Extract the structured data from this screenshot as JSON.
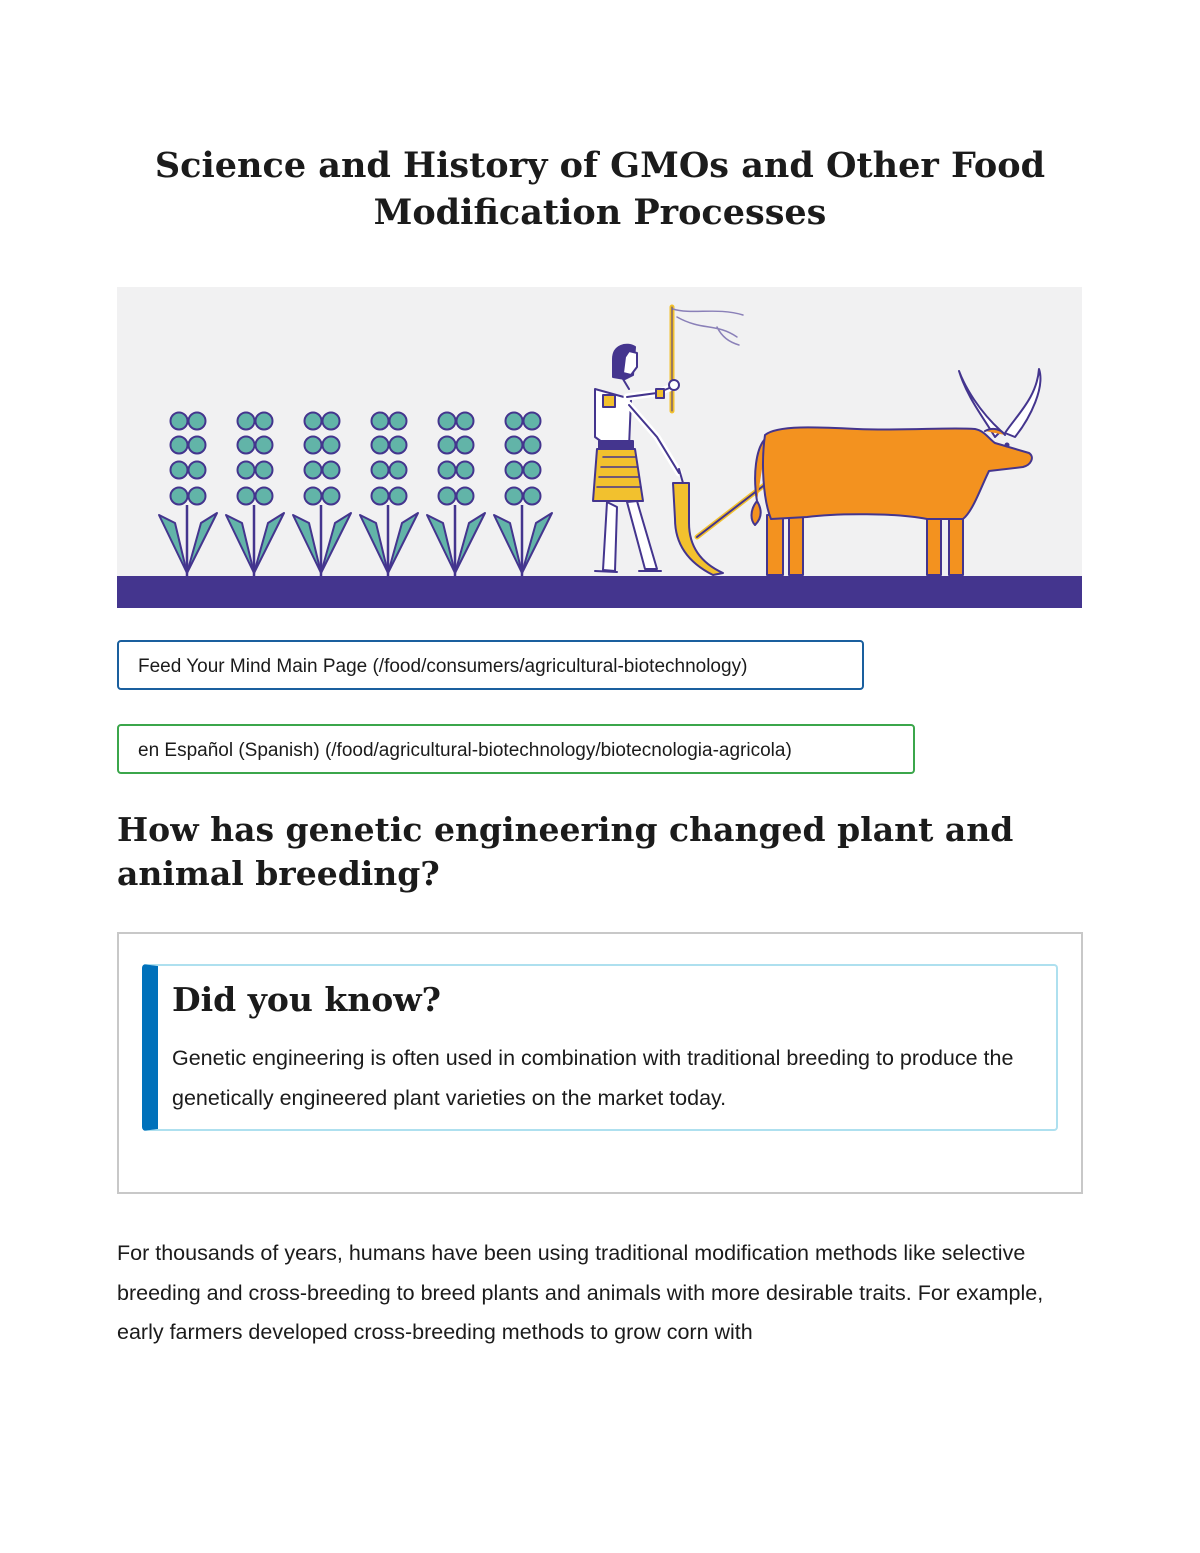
{
  "page": {
    "title": "Science and History of GMOs and Other Food Modification Processes"
  },
  "hero": {
    "illustration": "ancient-farmer-plowing-with-ox"
  },
  "links": {
    "main_page": "Feed Your Mind Main Page (/food/consumers/agricultural-biotechnology)",
    "spanish": "en Español (Spanish) (/food/agricultural-biotechnology/biotecnologia-agricola)"
  },
  "section": {
    "heading": "How has genetic engineering changed plant and animal breeding?"
  },
  "callout": {
    "title": "Did you know?",
    "body": "Genetic engineering is often used in combination with traditional breeding to produce the genetically engineered plant varieties on the market today."
  },
  "body": {
    "paragraph": "For thousands of years, humans have been using traditional modification methods like selective breeding and cross-breeding to breed plants and animals with more desirable traits. For example, early farmers developed cross-breeding methods to grow corn with"
  },
  "colors": {
    "hero_background": "#f1f1f2",
    "ground": "#44358e",
    "outline": "#44358e",
    "plant_leaf": "#62b4a8",
    "ox": "#f3921f",
    "gold": "#f2c12e",
    "main_link_border": "#1a5f9e",
    "spanish_link_border": "#3ba64b",
    "callout_accent": "#0071bb",
    "callout_border": "#aee0ef"
  }
}
